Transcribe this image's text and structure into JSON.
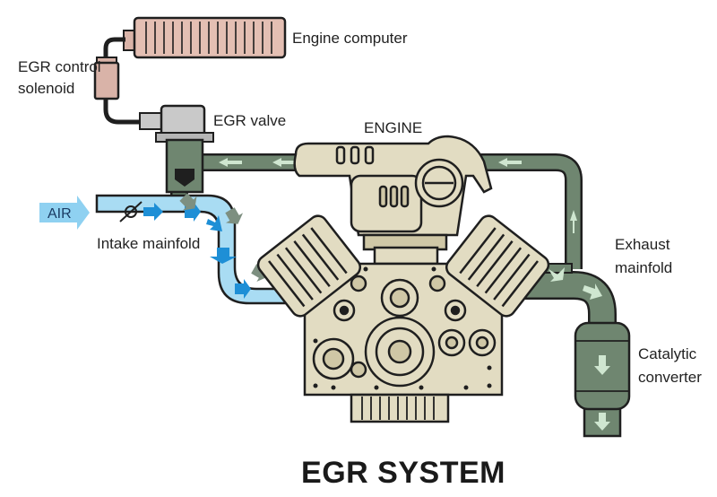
{
  "title": "EGR SYSTEM",
  "labels": {
    "engine_computer": "Engine computer",
    "egr_control_line1": "EGR control",
    "egr_control_line2": "solenoid",
    "egr_valve": "EGR valve",
    "engine": "ENGINE",
    "air": "AIR",
    "intake_manifold": "Intake mainfold",
    "exhaust_line1": "Exhaust",
    "exhaust_line2": "mainfold",
    "catalytic_line1": "Catalytic",
    "catalytic_line2": "converter"
  },
  "colors": {
    "outline": "#1f1f1f",
    "engine_fill": "#e2dcc2",
    "engine_shade": "#cfc7a6",
    "pipe_green": "#6f8670",
    "intake_blue": "#a9dcf3",
    "arrow_blue": "#1e8fd6",
    "arrow_light": "#cfe6d0",
    "computer_fill": "#e4bfb3",
    "solenoid_fill": "#d9b3a8",
    "valve_fill": "#c9c9c9"
  }
}
